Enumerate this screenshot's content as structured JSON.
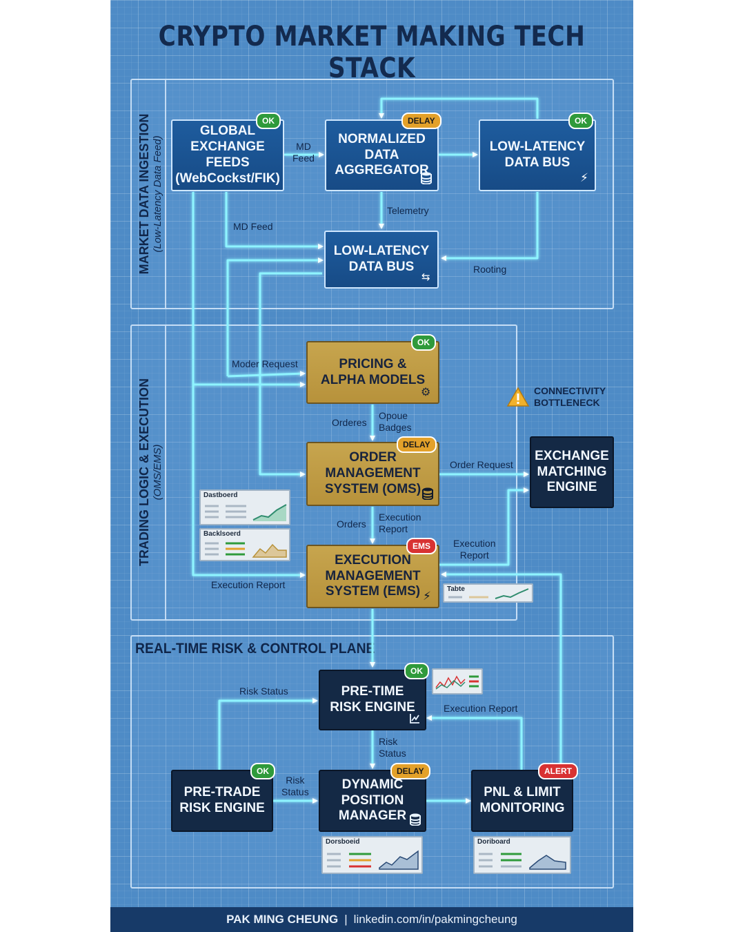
{
  "title": "CRYPTO MARKET MAKING TECH STACK",
  "sections": {
    "market_data": {
      "title": "MARKET DATA INGESTION",
      "subtitle": "(Low-Latency Data Feed)"
    },
    "trading": {
      "title": "TRADING LOGIC & EXECUTION",
      "subtitle": "(OMS/EMS)"
    },
    "risk": {
      "title": "REAL-TIME RISK & CONTROL PLANE"
    }
  },
  "nodes": {
    "global_feeds": {
      "label": "GLOBAL\nEXCHANGE FEEDS\n(WebCockst/FIK)",
      "status": "OK"
    },
    "aggregator": {
      "label": "NORMALIZED\nDATA\nAGGREGATOR",
      "status": "DELAY",
      "icon": "database-icon"
    },
    "bus_top": {
      "label": "LOW-LATENCY\nDATA BUS",
      "status": "OK",
      "icon": "lightning-icon"
    },
    "bus_mid": {
      "label": "LOW-LATENCY\nDATA BUS",
      "icon": "swap-arrows-icon"
    },
    "pricing": {
      "label": "PRICING &\nALPHA MODELS",
      "status": "OK",
      "icon": "gears-icon"
    },
    "oms": {
      "label": "ORDER\nMANAGEMENT\nSYSTEM (OMS)",
      "status": "DELAY",
      "icon": "database-icon"
    },
    "ems": {
      "label": "EXECUTION\nMANAGEMENT\nSYSTEM (EMS)",
      "status": "EMS",
      "icon": "lightning-icon"
    },
    "exchange": {
      "label": "EXCHANGE\nMATCHING\nENGINE"
    },
    "pre_time_risk": {
      "label": "PRE-TIME\nRISK ENGINE",
      "status": "OK",
      "icon": "chart-icon"
    },
    "pre_trade_risk": {
      "label": "PRE-TRADE\nRISK ENGINE",
      "status": "OK"
    },
    "position_mgr": {
      "label": "DYNAMIC\nPOSITION\nMANAGER",
      "status": "DELAY",
      "icon": "database-icon"
    },
    "pnl": {
      "label": "PNL & LIMIT\nMONITORING",
      "status": "ALERT"
    }
  },
  "flows": {
    "md_feed_1": "MD\nFeed",
    "telemetry": "Telemetry",
    "md_feed_2": "MD Feed",
    "routing": "Rooting",
    "moder_request": "Moder Request",
    "orderes": "Orderes",
    "opoue_badges": "Opoue\nBadges",
    "order_request": "Order Request",
    "orders": "Orders",
    "execution_report_1": "Execution\nReport",
    "execution_report_2": "Execution\nReport",
    "execution_report_3": "Execution Report",
    "risk_status_1": "Risk Status",
    "execution_report_4": "Execution Report",
    "risk_status_2": "Risk\nStatus",
    "risk_status_3": "Risk\nStatus"
  },
  "warning": {
    "label": "CONNECTIVITY\nBOTTLENECK",
    "icon": "warning-icon"
  },
  "widgets": {
    "dashboard_1": "Dastboerd",
    "dashboard_2": "Backlsoerd",
    "table": "Tabte",
    "dashboard_3": "Dorsboeid",
    "dashboard_4": "Doriboard"
  },
  "footer": {
    "name": "PAK MING CHEUNG",
    "separator": "|",
    "link": "linkedin.com/in/pakmingcheung"
  },
  "colors": {
    "background": "#4e8bc6",
    "wire": "#8ff4ff",
    "gold": "#c7a54e",
    "navy": "#142945",
    "blue_box": "#1e5c9e"
  }
}
